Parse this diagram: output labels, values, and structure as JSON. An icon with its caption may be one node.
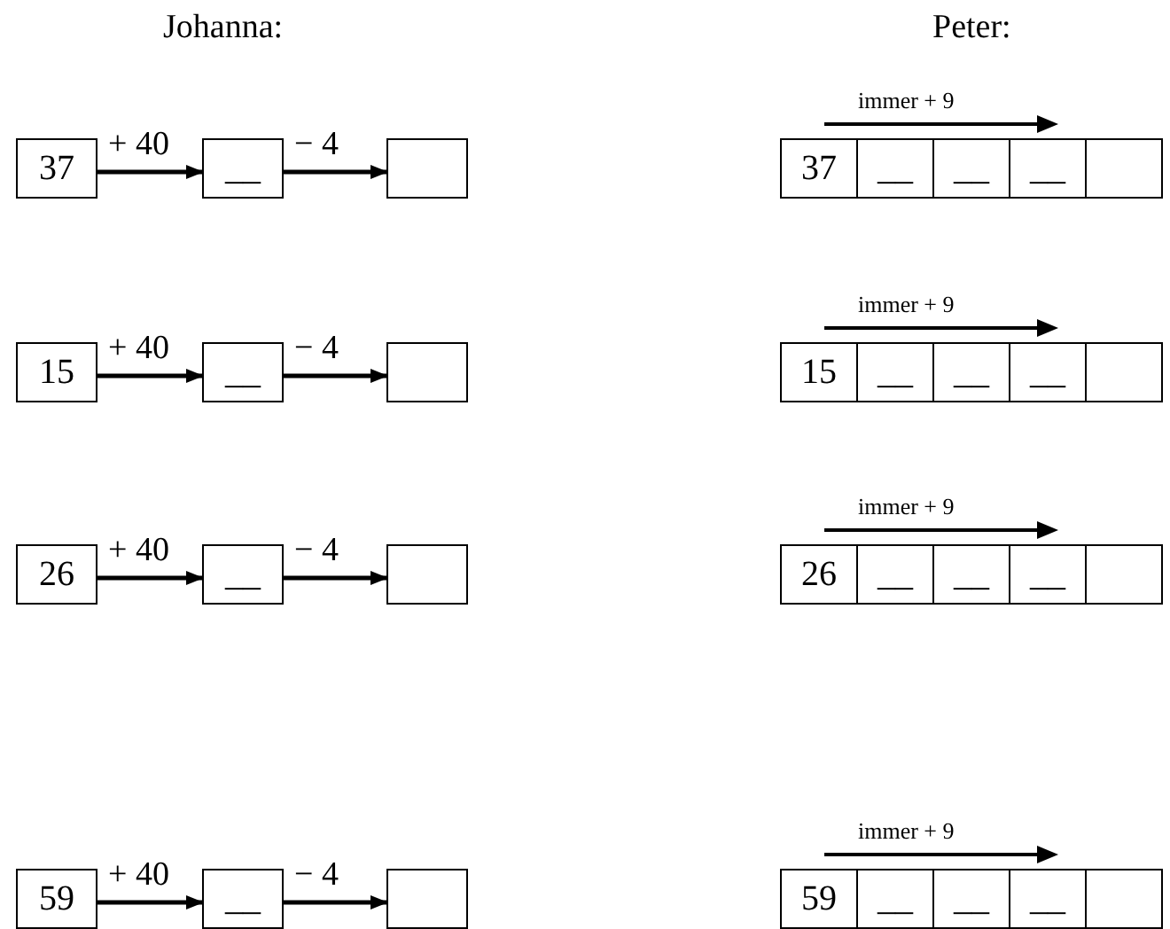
{
  "diagram": {
    "nodes": [
      {
        "text": [
          "37"
        ]
      },
      {
        "text": [
          "__"
        ]
      },
      {
        "text": [],
        "shape": "box"
      },
      {
        "text": [
          "37"
        ]
      },
      {
        "text": [
          "__"
        ]
      },
      {
        "text": [
          "__"
        ]
      },
      {
        "text": [
          "__"
        ]
      },
      {
        "text": [],
        "shape": "box"
      },
      {
        "text": [
          "15"
        ]
      },
      {
        "text": [
          "__"
        ]
      },
      {
        "text": [],
        "shape": "box"
      },
      {
        "text": [
          "15"
        ]
      },
      {
        "text": [
          "__"
        ]
      },
      {
        "text": [
          "__"
        ]
      },
      {
        "text": [
          "__"
        ]
      },
      {
        "text": [],
        "shape": "box"
      },
      {
        "text": [
          "26"
        ]
      },
      {
        "text": [
          "__"
        ]
      },
      {
        "text": [],
        "shape": "box"
      },
      {
        "text": [
          "26"
        ]
      },
      {
        "text": [
          "__"
        ]
      },
      {
        "text": [
          "__"
        ]
      },
      {
        "text": [
          "__"
        ]
      },
      {
        "text": [],
        "shape": "box"
      },
      {
        "text": [
          "59"
        ]
      },
      {
        "text": [
          "__"
        ]
      },
      {
        "text": [],
        "shape": "box"
      },
      {
        "text": [
          "59"
        ]
      },
      {
        "text": [
          "__"
        ]
      },
      {
        "text": [
          "__"
        ]
      },
      {
        "text": [
          "__"
        ]
      },
      {
        "text": [],
        "shape": "box"
      }
    ],
    "edges": [
      {
        "from": 0,
        "to": 1,
        "arrow": "to",
        "label": "+ 40"
      },
      {
        "from": 1,
        "to": 2,
        "arrow": "to",
        "label": "− 4"
      },
      {
        "from": 8,
        "to": 9,
        "arrow": "to",
        "label": "+ 40"
      },
      {
        "from": 9,
        "to": 10,
        "arrow": "to",
        "label": "− 4"
      },
      {
        "from": 16,
        "to": 17,
        "arrow": "to",
        "label": "+ 40"
      },
      {
        "from": 17,
        "to": 18,
        "arrow": "to",
        "label": "− 4"
      },
      {
        "from": 24,
        "to": 25,
        "arrow": "to",
        "label": "+ 40"
      },
      {
        "from": 25,
        "to": 26,
        "arrow": "to",
        "label": "− 4"
      }
    ],
    "labels": [
      "Johanna:",
      "Peter:",
      "immer + 9",
      "immer + 9",
      "immer + 9",
      "immer + 9"
    ]
  }
}
